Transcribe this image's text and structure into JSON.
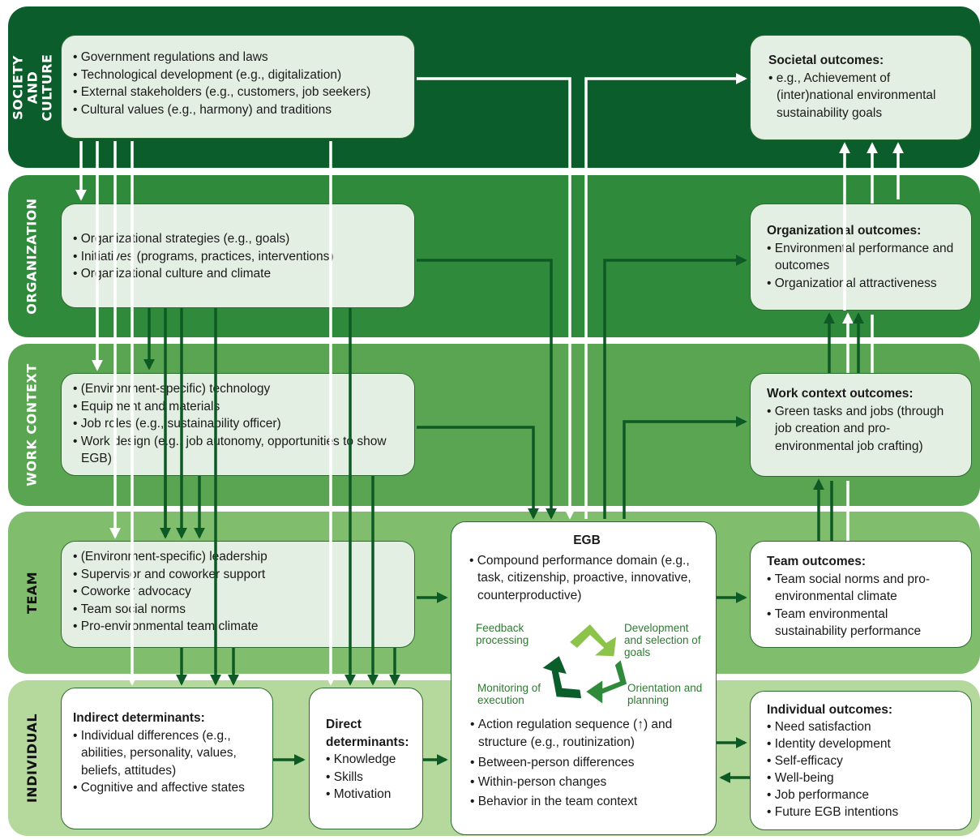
{
  "bands": {
    "society": "SOCIETY AND CULTURE",
    "organization": "ORGANIZATION",
    "work_context": "WORK CONTEXT",
    "team": "TEAM",
    "individual": "INDIVIDUAL"
  },
  "society_box": [
    "Government regulations and laws",
    "Technological development (e.g., digitalization)",
    "External stakeholders (e.g., customers, job seekers)",
    "Cultural values (e.g., harmony) and traditions"
  ],
  "organization_box": [
    "Organizational strategies (e.g., goals)",
    "Initiatives (programs, practices, interventions)",
    "Organizational culture and climate"
  ],
  "work_context_box": [
    "(Environment-specific) technology",
    "Equipment and materials",
    "Job roles (e.g., sustainability officer)",
    "Work design (e.g., job autonomy, opportunities to show EGB)"
  ],
  "team_box": [
    "(Environment-specific) leadership",
    "Supervisor and coworker support",
    "Coworker advocacy",
    "Team social norms",
    "Pro-environmental team climate"
  ],
  "indirect": {
    "title": "Indirect determinants:",
    "items": [
      "Individual differences (e.g., abilities, personality, values, beliefs, attitudes)",
      "Cognitive and affective states"
    ]
  },
  "direct": {
    "title": "Direct determinants:",
    "items": [
      "Knowledge",
      "Skills",
      "Motivation"
    ]
  },
  "egb": {
    "title": "EGB",
    "top_items": [
      "Compound performance domain (e.g., task, citizenship, proactive, innovative, counterproductive)"
    ],
    "cycle": {
      "feedback": "Feedback processing",
      "development": "Development and selection of goals",
      "monitoring": "Monitoring of execution",
      "orientation": "Orientation and planning"
    },
    "bottom_items": [
      "Action regulation sequence (↑) and structure (e.g., routinization)",
      "Between-person differences",
      "Within-person changes",
      "Behavior in the team context"
    ]
  },
  "outcomes": {
    "societal": {
      "title": "Societal outcomes:",
      "items": [
        "e.g., Achievement of (inter)national environmental sustainability goals"
      ]
    },
    "organizational": {
      "title": "Organizational outcomes:",
      "items": [
        "Environmental performance and outcomes",
        "Organizational attractiveness"
      ]
    },
    "work_context": {
      "title": "Work context outcomes:",
      "items": [
        "Green tasks and jobs (through job creation and pro-environmental job crafting)"
      ]
    },
    "team": {
      "title": "Team outcomes:",
      "items": [
        "Team social norms and pro-environmental climate",
        "Team environmental sustainability performance"
      ]
    },
    "individual": {
      "title": "Individual outcomes:",
      "items": [
        "Need satisfaction",
        "Identity development",
        "Self-efficacy",
        "Well-being",
        "Job performance",
        "Future EGB intentions"
      ]
    }
  },
  "colors": {
    "society_band": "#0b5e2c",
    "organization_band": "#2f8a3c",
    "work_context_band": "#5aa552",
    "team_band": "#80be6e",
    "individual_band": "#b5d99c",
    "arrow_dark": "#0d5a24",
    "arrow_white": "#ffffff",
    "label_green": "#2f7a33"
  }
}
